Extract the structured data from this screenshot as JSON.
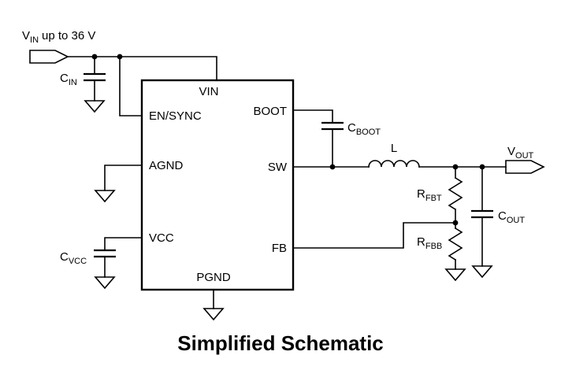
{
  "title": "Simplified Schematic",
  "terminals": {
    "input": {
      "main": "V",
      "sub": "IN",
      "note": "up to 36 V"
    },
    "output": {
      "main": "V",
      "sub": "OUT"
    }
  },
  "ic_pins": {
    "vin": "VIN",
    "en_sync": "EN/SYNC",
    "agnd": "AGND",
    "vcc": "VCC",
    "boot": "BOOT",
    "sw": "SW",
    "fb": "FB",
    "pgnd": "PGND"
  },
  "components": {
    "cin": {
      "main": "C",
      "sub": "IN"
    },
    "cboot": {
      "main": "C",
      "sub": "BOOT"
    },
    "cvcc": {
      "main": "C",
      "sub": "VCC"
    },
    "cout": {
      "main": "C",
      "sub": "OUT"
    },
    "rfbt": {
      "main": "R",
      "sub": "FBT"
    },
    "rfbb": {
      "main": "R",
      "sub": "FBB"
    },
    "inductor": {
      "label": "L"
    }
  },
  "colors": {
    "line": "#000000",
    "background": "#ffffff"
  }
}
